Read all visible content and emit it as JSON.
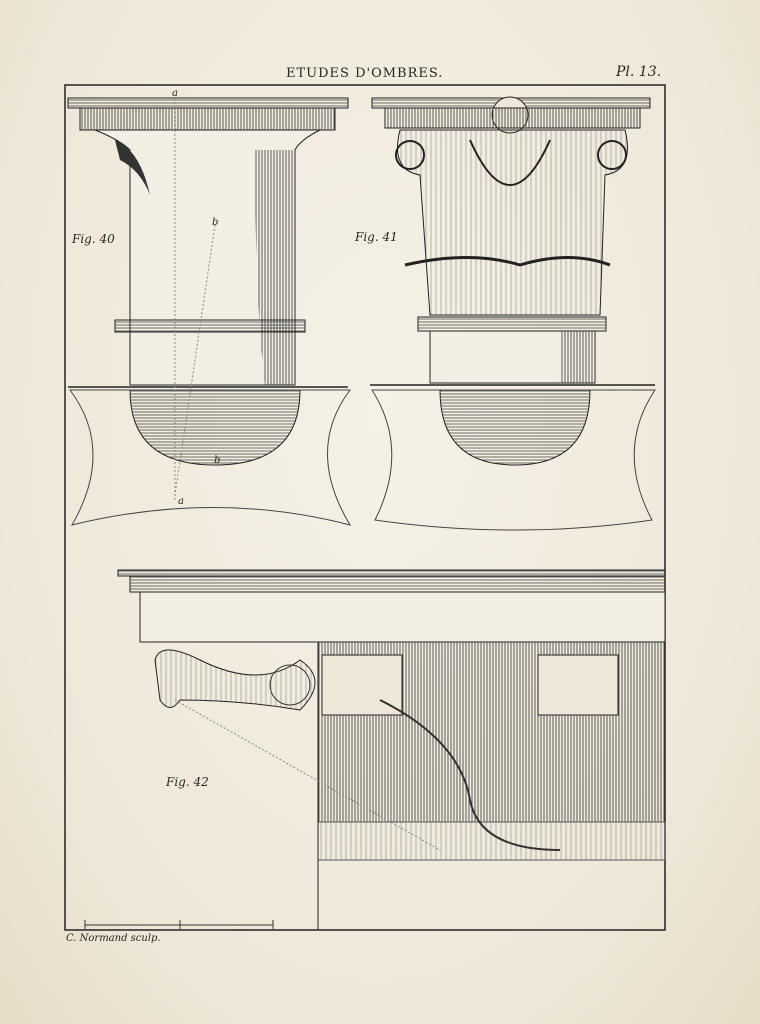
{
  "header": {
    "title": "ETUDES D'OMBRES.",
    "plate_number": "Pl. 13."
  },
  "figures": [
    {
      "label": "Fig. 40"
    },
    {
      "label": "Fig. 41"
    },
    {
      "label": "Fig. 42"
    }
  ],
  "construction_letters": {
    "a_top": "a",
    "b_upper": "b",
    "b_lower": "b",
    "a_bottom": "a"
  },
  "footer": {
    "engraver": "C. Normand sculp."
  }
}
